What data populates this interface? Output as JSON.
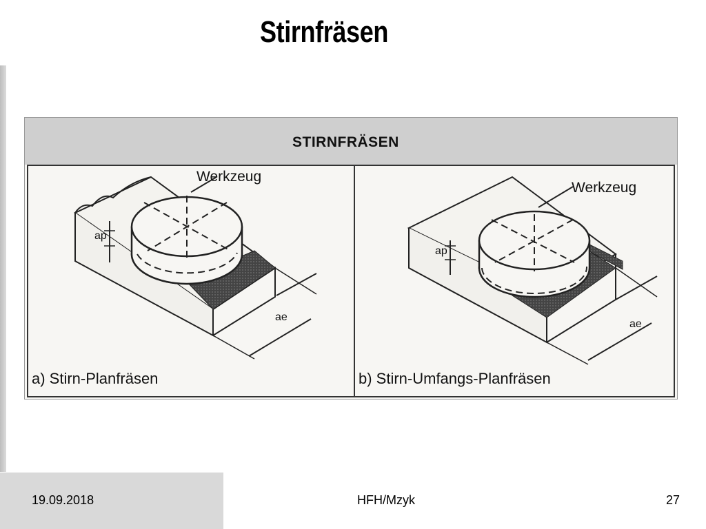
{
  "slide": {
    "title": "Stirnfräsen"
  },
  "figure": {
    "header": "STIRNFRÄSEN",
    "panel_a": {
      "tool_label": "Werkzeug",
      "ap_label": "ap",
      "ae_label": "ae",
      "caption": "a) Stirn-Planfräsen"
    },
    "panel_b": {
      "tool_label": "Werkzeug",
      "ap_label": "ap",
      "ae_label": "ae",
      "caption": "b) Stirn-Umfangs-Planfräsen"
    }
  },
  "footer": {
    "date": "19.09.2018",
    "center": "HFH/Mzyk",
    "page": "27"
  }
}
